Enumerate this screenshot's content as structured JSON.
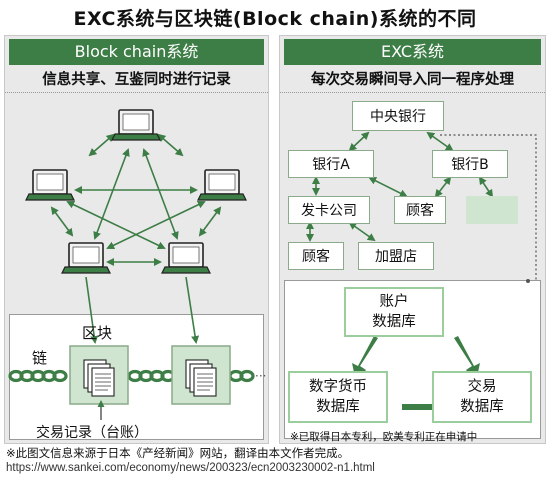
{
  "title": "EXC系统与区块链(Block chain)系统的不同",
  "left_panel": {
    "header": "Block chain系统",
    "subtitle": "信息共享、互鉴同时进行记录",
    "label_block": "区块",
    "label_chain": "链",
    "label_record": "交易记录（台账）"
  },
  "right_panel": {
    "header": "EXC系统",
    "subtitle": "每次交易瞬间导入同一程序处理",
    "nodes": {
      "central_bank": "中央银行",
      "bank_a": "银行A",
      "bank_b": "银行B",
      "card_company": "发卡公司",
      "customer_1": "顾客",
      "customer_2": "顾客",
      "merchant": "加盟店"
    },
    "databases": {
      "account": [
        "账户",
        "数据库"
      ],
      "currency": [
        "数字货币",
        "数据库"
      ],
      "transaction": [
        "交易",
        "数据库"
      ]
    },
    "patent_note": "※已取得日本专利，欧美专利正在申请中"
  },
  "footer": {
    "source": "※此图文信息来源于日本《产经新闻》网站，翻译由本文作者完成。",
    "url": "https://www.sankei.com/economy/news/200323/ecn2003230002-n1.html"
  },
  "colors": {
    "header_green": "#3d7d46",
    "arrow_green": "#3d7d46",
    "panel_gray": "#e9e9e9",
    "node_border": "#8aaa8a",
    "blank_fill": "#cfe5cf"
  }
}
